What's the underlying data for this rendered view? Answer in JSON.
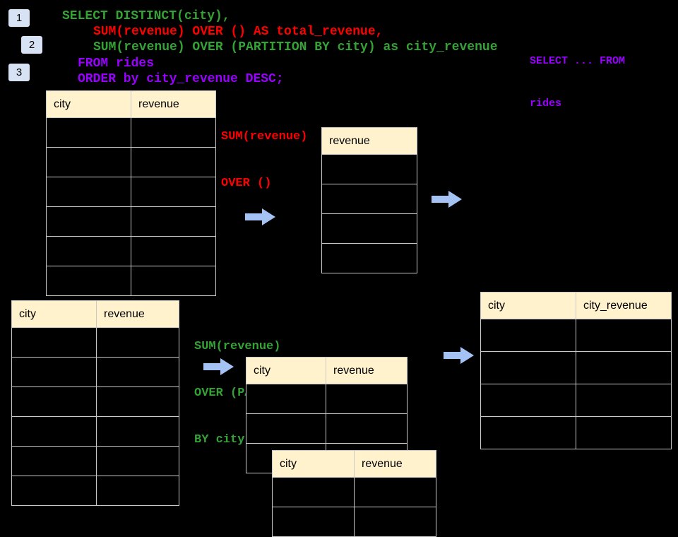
{
  "colors": {
    "background": "#000000",
    "sql_green": "#35a235",
    "sql_red": "#ff0000",
    "sql_purple": "#9900ff",
    "table_header_bg": "#fff2cc",
    "table_border": "#c9c9c9",
    "arrow_fill": "#a4c2f4",
    "badge_bg": "#d7e3f4"
  },
  "badges": [
    "1",
    "2",
    "3"
  ],
  "sql": {
    "lines": [
      "SELECT DISTINCT(city),",
      "SUM(revenue) OVER () AS total_revenue,",
      "SUM(revenue) OVER (PARTITION BY city) as city_revenue",
      "FROM rides",
      "ORDER by city_revenue DESC;"
    ],
    "side_note_line1": "SELECT ... FROM",
    "side_note_line2": "rides"
  },
  "annotations": {
    "over_all_line1": "SUM(revenue)",
    "over_all_line2": "OVER ()",
    "partition_line1": "SUM(revenue)",
    "partition_line2": "OVER (PARTITION",
    "partition_line3": "BY city)"
  },
  "tables": {
    "source_top": {
      "headers": [
        "city",
        "revenue"
      ],
      "row_count": 6
    },
    "total_revenue": {
      "headers": [
        "revenue"
      ],
      "row_count": 4
    },
    "source_bottom": {
      "headers": [
        "city",
        "revenue"
      ],
      "row_count": 6
    },
    "partition_a": {
      "headers": [
        "city",
        "revenue"
      ],
      "row_count": 3
    },
    "partition_b": {
      "headers": [
        "city",
        "revenue"
      ],
      "row_count": 2
    },
    "result": {
      "headers": [
        "city",
        "city_revenue"
      ],
      "row_count": 4
    }
  },
  "arrow_icon": "block-arrow-right"
}
